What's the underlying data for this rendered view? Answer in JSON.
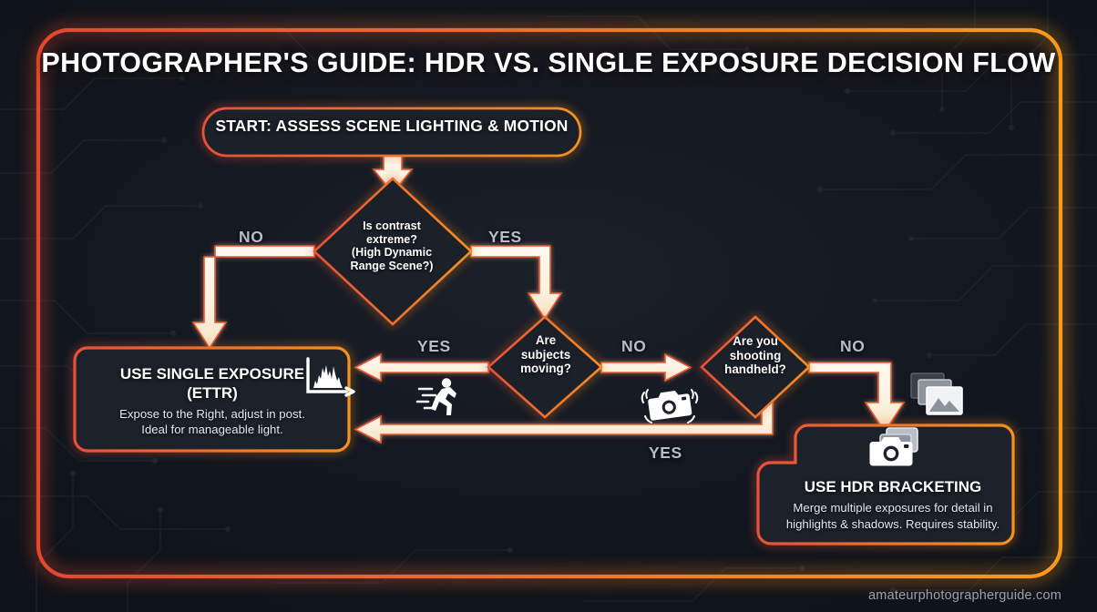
{
  "meta": {
    "title": "PHOTOGRAPHER'S GUIDE: HDR VS. SINGLE EXPOSURE DECISION FLOW",
    "footer_url": "amateurphotographerguide.com"
  },
  "colors": {
    "background": "#161b23",
    "frame_start": "#e8523a",
    "frame_end": "#f5911e",
    "node_border": "#ef6a3c",
    "node_fill": "#1d222b",
    "connector_fill": "#fdf4e6",
    "connector_stroke": "#e8572f",
    "branch_label": "#b7bcc6",
    "text_primary": "#ffffff",
    "text_secondary": "#e4e7ec",
    "footer_text": "#9aa0ab"
  },
  "nodes": {
    "start": {
      "id": "start",
      "shape": "pill",
      "label": "START: ASSESS SCENE LIGHTING & MOTION"
    },
    "decision_contrast": {
      "id": "is-contrast-extreme",
      "shape": "diamond",
      "label": "Is contrast extreme? (High Dynamic Range Scene?)",
      "line1": "Is contrast",
      "line2": "extreme?",
      "line3": "(High Dynamic",
      "line4": "Range Scene?)"
    },
    "decision_moving": {
      "id": "are-subjects-moving",
      "shape": "diamond",
      "label": "Are subjects moving?",
      "line1": "Are",
      "line2": "subjects",
      "line3": "moving?"
    },
    "decision_handheld": {
      "id": "are-you-shooting-handheld",
      "shape": "diamond",
      "label": "Are you shooting handheld?",
      "line1": "Are you",
      "line2": "shooting",
      "line3": "handheld?"
    },
    "outcome_single": {
      "id": "use-single-exposure",
      "shape": "rounded-rect",
      "title": "USE SINGLE EXPOSURE (ETTR)",
      "title_line1": "USE SINGLE EXPOSURE",
      "title_line2": "(ETTR)",
      "description": "Expose to the Right, adjust in post. Ideal for manageable light.",
      "desc_line1": "Expose to the Right, adjust in post.",
      "desc_line2": "Ideal for manageable light.",
      "icon": "histogram-icon"
    },
    "outcome_hdr": {
      "id": "use-hdr-bracketing",
      "shape": "rounded-rect-notched",
      "title": "USE HDR BRACKETING",
      "description": "Merge multiple exposures for detail in highlights & shadows. Requires stability.",
      "desc_line1": "Merge multiple exposures for detail in",
      "desc_line2": "highlights & shadows. Requires stability.",
      "icon": "camera-stack-icon"
    }
  },
  "branch_labels": {
    "contrast_no": "NO",
    "contrast_yes": "YES",
    "moving_yes": "YES",
    "moving_no": "NO",
    "handheld_no": "NO",
    "handheld_yes": "YES"
  },
  "edges": [
    {
      "from": "start",
      "to": "decision_contrast",
      "label": ""
    },
    {
      "from": "decision_contrast",
      "to": "outcome_single",
      "label": "NO"
    },
    {
      "from": "decision_contrast",
      "to": "decision_moving",
      "label": "YES"
    },
    {
      "from": "decision_moving",
      "to": "outcome_single",
      "label": "YES"
    },
    {
      "from": "decision_moving",
      "to": "decision_handheld",
      "label": "NO"
    },
    {
      "from": "decision_handheld",
      "to": "outcome_hdr",
      "label": "NO"
    },
    {
      "from": "decision_handheld",
      "to": "outcome_single",
      "label": "YES"
    }
  ],
  "decorative_icons": [
    {
      "name": "running-person-icon",
      "near": "moving-yes-branch"
    },
    {
      "name": "camera-shake-icon",
      "near": "moving-no-branch"
    },
    {
      "name": "image-stack-icon",
      "near": "handheld-no-branch"
    }
  ]
}
